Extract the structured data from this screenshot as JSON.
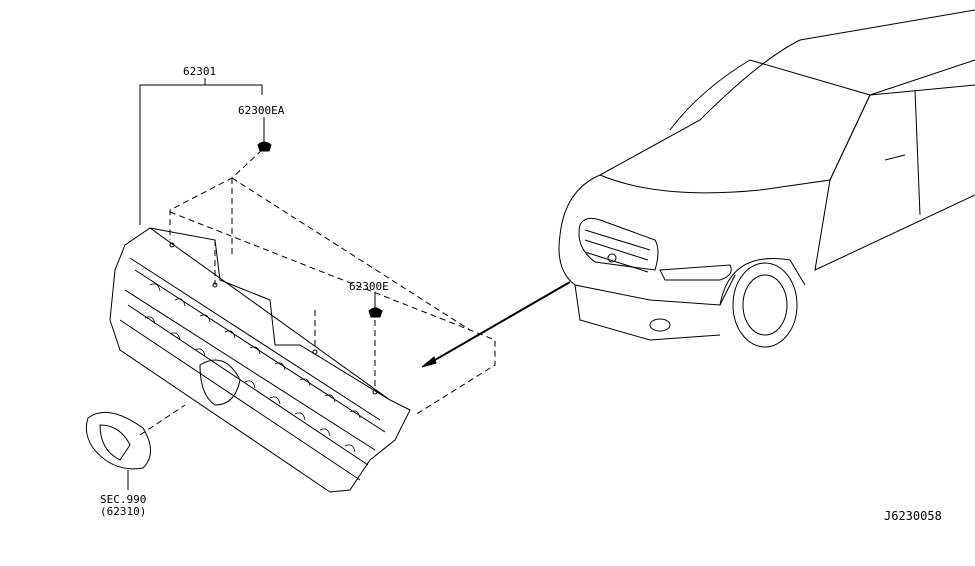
{
  "labels": {
    "grille_assy": "62301",
    "clip_upper": "62300EA",
    "clip_lower": "62300E",
    "emblem_sec": "SEC.990",
    "emblem_part": "(62310)",
    "diagram_id": "J6230058"
  }
}
